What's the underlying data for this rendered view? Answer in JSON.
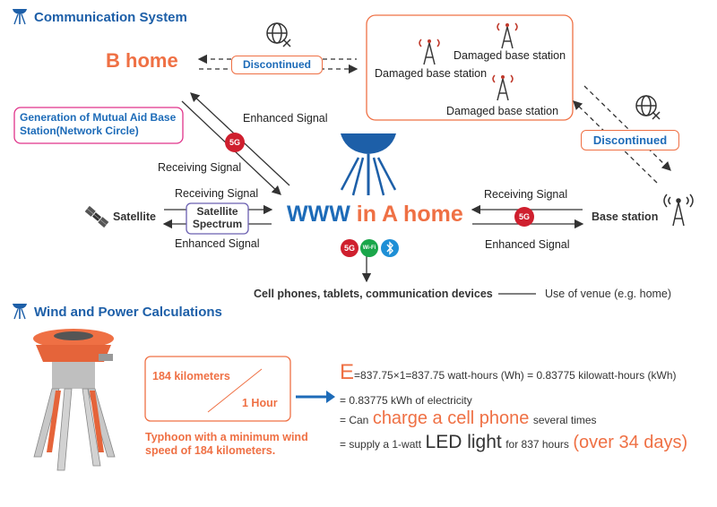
{
  "sections": {
    "communication_title": "Communication System",
    "wind_title": "Wind and Power Calculations"
  },
  "nodes": {
    "b_home": "B home",
    "discontinued_left": "Discontinued",
    "discontinued_right": "Discontinued",
    "damaged": [
      "Damaged base station",
      "Damaged base station",
      "Damaged base station"
    ],
    "mutual_aid": "Generation of Mutual Aid Base Station(Network Circle)",
    "www_part": "WWW",
    "a_home_part": "in A home",
    "satellite": "Satellite",
    "satellite_spectrum": "Satellite Spectrum",
    "base_station": "Base station",
    "devices": "Cell phones, tablets, communication devices",
    "venue": "Use of venue (e.g. home)"
  },
  "signals": {
    "diag_enhanced": "Enhanced Signal",
    "diag_receiving": "Receiving Signal",
    "left_receiving": "Receiving Signal",
    "left_enhanced": "Enhanced Signal",
    "right_receiving": "Receiving Signal",
    "right_enhanced": "Enhanced Signal"
  },
  "badges": {
    "fiveg": "5G",
    "wifi": "Wi-Fi"
  },
  "wind": {
    "distance": "184 kilometers",
    "time": "1 Hour",
    "caption": "Typhoon with a minimum wind speed of 184 kilometers."
  },
  "energy": {
    "e_letter": "E",
    "line1": "=837.75×1=837.75 watt-hours (Wh) = 0.83775 kilowatt-hours (kWh)",
    "line2": "= 0.83775 kWh of electricity",
    "line3_pre": "= Can",
    "line3_big": "charge a cell phone",
    "line3_post": "several times",
    "line4_pre": "= supply a 1-watt",
    "line4_big": "LED light",
    "line4_mid": "for 837 hours",
    "line4_orange": "(over 34 days)"
  },
  "icons": [
    "antenna-tower-icon",
    "globe-disconnected-icon",
    "damaged-tower-icon",
    "satellite-icon",
    "base-station-icon",
    "bluetooth-icon",
    "wifi-icon",
    "wind-turbine-device"
  ],
  "colors": {
    "accent_orange": "#ef7044",
    "title_blue": "#1d5fa8",
    "pink_border": "#e0338a",
    "purple_border": "#6a5fb0",
    "red_5g": "#cf1f2e",
    "green_wifi": "#1aa64a",
    "blue_bt": "#1e8fd6"
  }
}
